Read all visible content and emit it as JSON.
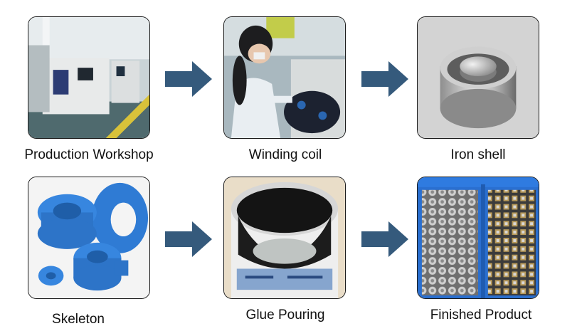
{
  "steps": [
    {
      "label": "Production Workshop",
      "image": "production-workshop-photo"
    },
    {
      "label": "Winding coil",
      "image": "winding-coil-photo"
    },
    {
      "label": "Iron shell",
      "image": "iron-shell-photo"
    },
    {
      "label": "Skeleton",
      "image": "skeleton-photo"
    },
    {
      "label": "Glue Pouring",
      "image": "glue-pouring-photo"
    },
    {
      "label": "Finished Product",
      "image": "finished-product-photo"
    }
  ],
  "arrow_icon": "arrow-right-icon",
  "colors": {
    "arrow": "#355a7c",
    "frame": "#1a1a1a",
    "background": "#ffffff"
  }
}
